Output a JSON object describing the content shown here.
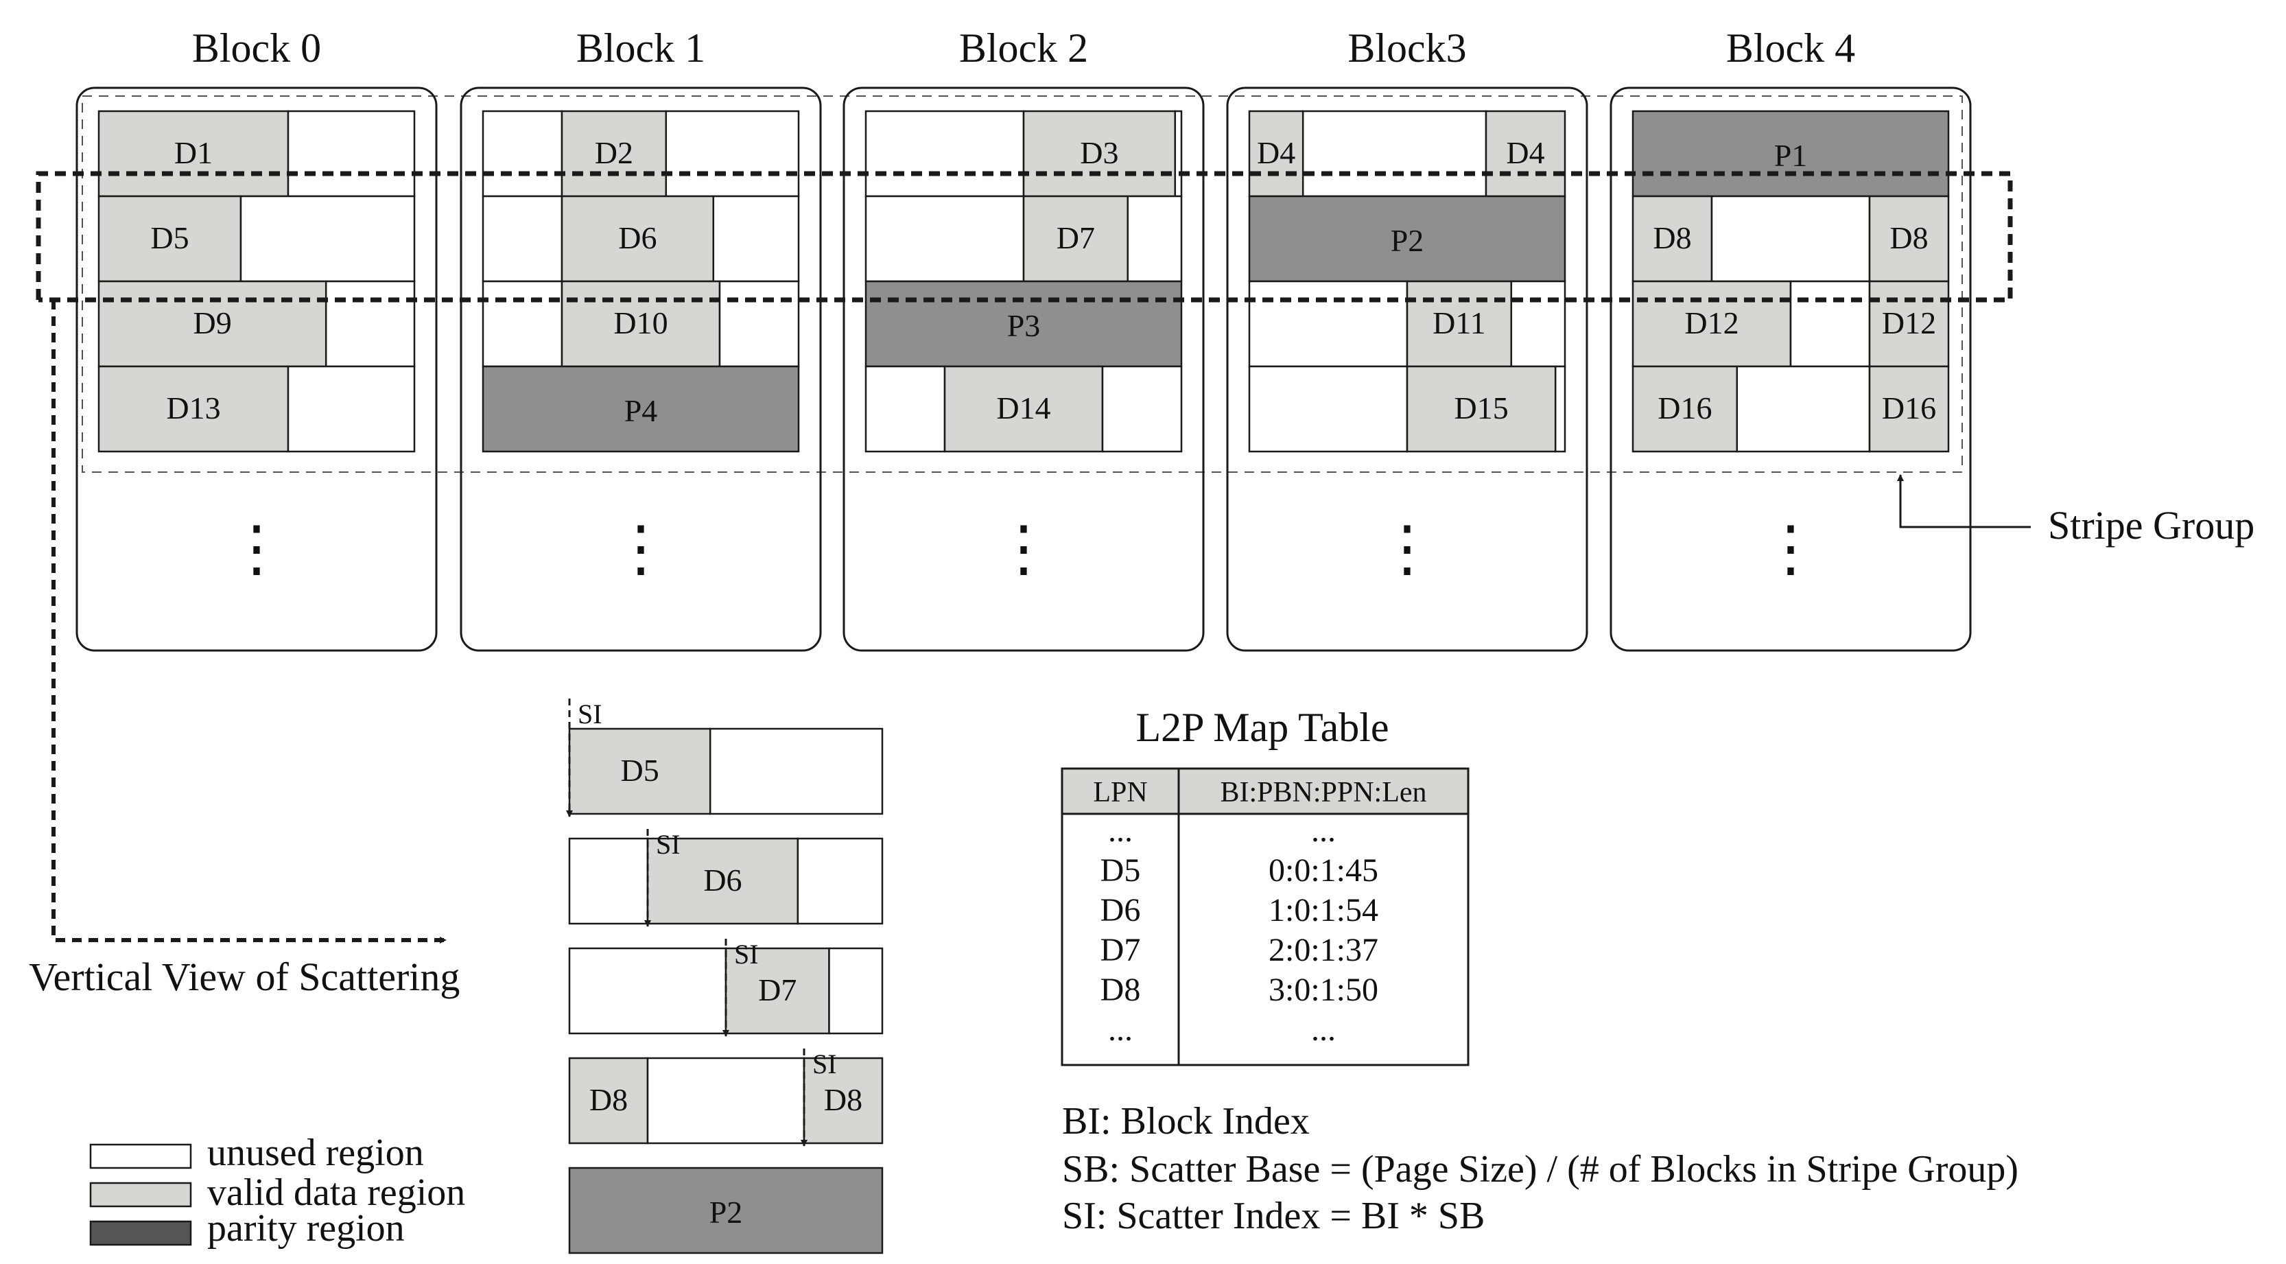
{
  "colors": {
    "unused": "#ffffff",
    "valid": "#d6d6d3",
    "parity": "#8f8f8e",
    "legend_parity": "#555555",
    "line": "#1a1a1a"
  },
  "blocks": [
    {
      "title": "Block 0",
      "rows": [
        [
          {
            "t": "valid",
            "l": "D1",
            "f": 0.6
          },
          {
            "t": "unused",
            "f": 0.4
          }
        ],
        [
          {
            "t": "valid",
            "l": "D5",
            "f": 0.45
          },
          {
            "t": "unused",
            "f": 0.55
          }
        ],
        [
          {
            "t": "valid",
            "l": "D9",
            "f": 0.72
          },
          {
            "t": "unused",
            "f": 0.28
          }
        ],
        [
          {
            "t": "valid",
            "l": "D13",
            "f": 0.6
          },
          {
            "t": "unused",
            "f": 0.4
          }
        ]
      ]
    },
    {
      "title": "Block 1",
      "rows": [
        [
          {
            "t": "unused",
            "f": 0.25
          },
          {
            "t": "valid",
            "l": "D2",
            "f": 0.33
          },
          {
            "t": "unused",
            "f": 0.42
          }
        ],
        [
          {
            "t": "unused",
            "f": 0.25
          },
          {
            "t": "valid",
            "l": "D6",
            "f": 0.48
          },
          {
            "t": "unused",
            "f": 0.27
          }
        ],
        [
          {
            "t": "unused",
            "f": 0.25
          },
          {
            "t": "valid",
            "l": "D10",
            "f": 0.5
          },
          {
            "t": "unused",
            "f": 0.25
          }
        ],
        [
          {
            "t": "parity",
            "l": "P4",
            "f": 1
          }
        ]
      ]
    },
    {
      "title": "Block 2",
      "rows": [
        [
          {
            "t": "unused",
            "f": 0.5
          },
          {
            "t": "valid",
            "l": "D3",
            "f": 0.48
          },
          {
            "t": "unused",
            "f": 0.02
          }
        ],
        [
          {
            "t": "unused",
            "f": 0.5
          },
          {
            "t": "valid",
            "l": "D7",
            "f": 0.33
          },
          {
            "t": "unused",
            "f": 0.17
          }
        ],
        [
          {
            "t": "parity",
            "l": "P3",
            "f": 1
          }
        ],
        [
          {
            "t": "unused",
            "f": 0.25
          },
          {
            "t": "valid",
            "l": "D14",
            "f": 0.5
          },
          {
            "t": "unused",
            "f": 0.25
          }
        ]
      ]
    },
    {
      "title": "Block3",
      "rows": [
        [
          {
            "t": "valid",
            "l": "D4",
            "f": 0.17
          },
          {
            "t": "unused",
            "f": 0.58
          },
          {
            "t": "valid",
            "l": "D4",
            "f": 0.25
          }
        ],
        [
          {
            "t": "parity",
            "l": "P2",
            "f": 1
          }
        ],
        [
          {
            "t": "unused",
            "f": 0.5
          },
          {
            "t": "valid",
            "l": "D11",
            "f": 0.33
          },
          {
            "t": "unused",
            "f": 0.17
          }
        ],
        [
          {
            "t": "unused",
            "f": 0.5
          },
          {
            "t": "valid",
            "l": "D15",
            "f": 0.47
          },
          {
            "t": "unused",
            "f": 0.03
          }
        ]
      ]
    },
    {
      "title": "Block 4",
      "rows": [
        [
          {
            "t": "parity",
            "l": "P1",
            "f": 1
          }
        ],
        [
          {
            "t": "valid",
            "l": "D8",
            "f": 0.25
          },
          {
            "t": "unused",
            "f": 0.5
          },
          {
            "t": "valid",
            "l": "D8",
            "f": 0.25
          }
        ],
        [
          {
            "t": "valid",
            "l": "D12",
            "f": 0.5
          },
          {
            "t": "unused",
            "f": 0.25
          },
          {
            "t": "valid",
            "l": "D12",
            "f": 0.25
          }
        ],
        [
          {
            "t": "valid",
            "l": "D16",
            "f": 0.33
          },
          {
            "t": "unused",
            "f": 0.42
          },
          {
            "t": "valid",
            "l": "D16",
            "f": 0.25
          }
        ]
      ]
    }
  ],
  "ellipsis": "⋮",
  "stripe_group_label": "Stripe Group",
  "vertical_view_label": "Vertical View of Scattering",
  "scatter_view": {
    "si_label": "SI",
    "rows": [
      [
        {
          "t": "valid",
          "l": "D5",
          "f": 0.45
        },
        {
          "t": "unused",
          "f": 0.55
        }
      ],
      [
        {
          "t": "unused",
          "f": 0.25
        },
        {
          "t": "valid",
          "l": "D6",
          "f": 0.48
        },
        {
          "t": "unused",
          "f": 0.27
        }
      ],
      [
        {
          "t": "unused",
          "f": 0.5
        },
        {
          "t": "valid",
          "l": "D7",
          "f": 0.33
        },
        {
          "t": "unused",
          "f": 0.17
        }
      ],
      [
        {
          "t": "valid",
          "l": "D8",
          "f": 0.25
        },
        {
          "t": "unused",
          "f": 0.5
        },
        {
          "t": "valid",
          "l": "D8",
          "f": 0.25
        }
      ],
      [
        {
          "t": "parity",
          "l": "P2",
          "f": 1
        }
      ]
    ]
  },
  "l2p_table": {
    "title": "L2P Map Table",
    "headers": [
      "LPN",
      "BI:PBN:PPN:Len"
    ],
    "rows": [
      [
        "...",
        "..."
      ],
      [
        "D5",
        "0:0:1:45"
      ],
      [
        "D6",
        "1:0:1:54"
      ],
      [
        "D7",
        "2:0:1:37"
      ],
      [
        "D8",
        "3:0:1:50"
      ],
      [
        "...",
        "..."
      ]
    ]
  },
  "definitions": [
    "BI: Block Index",
    "SB: Scatter Base = (Page Size) / (# of Blocks in Stripe Group)",
    "SI: Scatter Index = BI * SB"
  ],
  "legend": [
    {
      "label": "unused region",
      "t": "unused"
    },
    {
      "label": "valid data region",
      "t": "valid"
    },
    {
      "label": "parity region",
      "t": "legend_parity"
    }
  ]
}
